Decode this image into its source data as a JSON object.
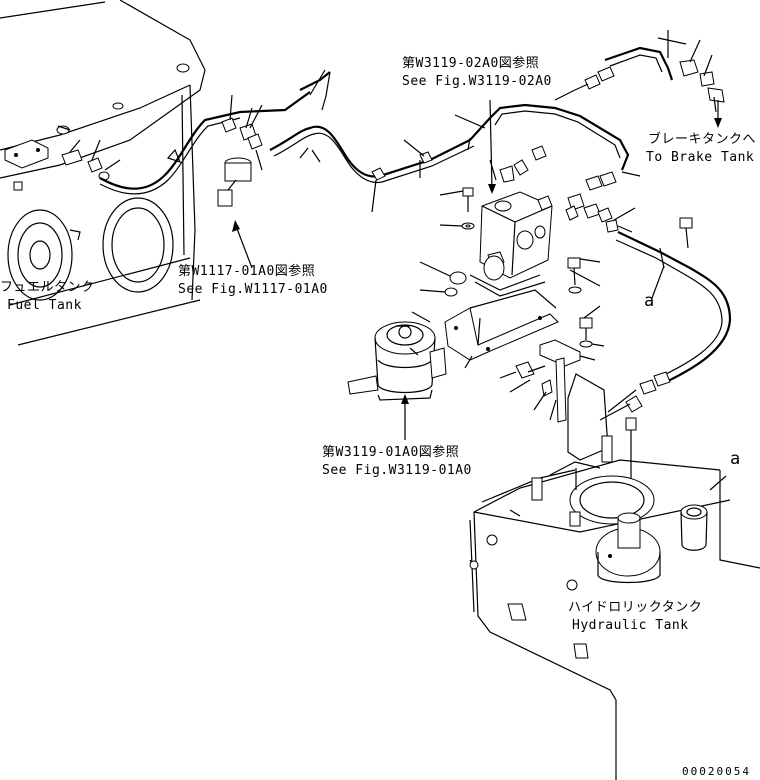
{
  "labels": {
    "fuel_tank_jp": "フュエルタンク",
    "fuel_tank_en": "Fuel Tank",
    "ref_w1117_jp": "第W1117-01A0図参照",
    "ref_w1117_en": "See Fig.W1117-01A0",
    "ref_w3119_02_jp": "第W3119-02A0図参照",
    "ref_w3119_02_en": "See Fig.W3119-02A0",
    "ref_w3119_01_jp": "第W3119-01A0図参照",
    "ref_w3119_01_en": "See Fig.W3119-01A0",
    "brake_tank_jp": "ブレーキタンクへ",
    "brake_tank_en": "To Brake Tank",
    "hydraulic_tank_jp": "ハイドロリックタンク",
    "hydraulic_tank_en": "Hydraulic Tank",
    "callout_a_1": "a",
    "callout_a_2": "a",
    "doc_number": "00020054"
  }
}
